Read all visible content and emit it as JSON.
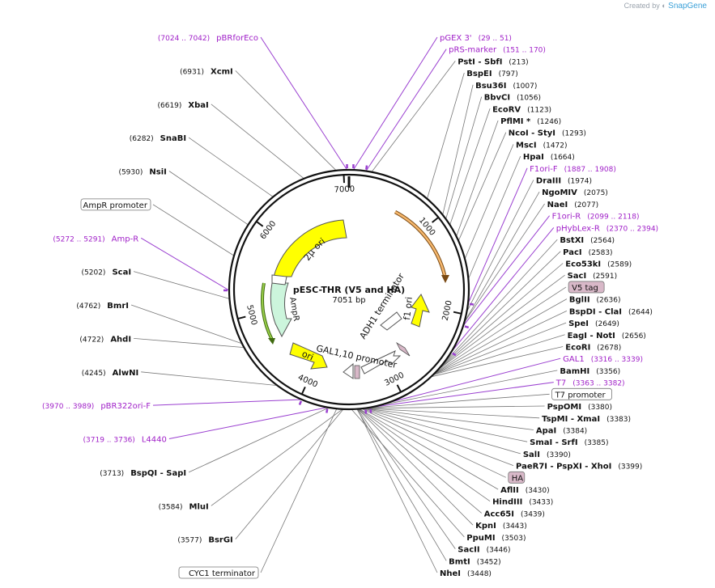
{
  "credit": {
    "prefix": "Created by",
    "brand": "SnapGene"
  },
  "plasmid": {
    "name": "pESC-THR (V5 and HA)",
    "length_label": "7051 bp",
    "length": 7051
  },
  "colors": {
    "feature_label": "#a020c8",
    "marker_line": "#9a3fd0",
    "enzyme_label": "#000000",
    "backbone": "#111111",
    "ori": "#ffff00",
    "ampr": "#ccf5dc",
    "amp_promoter": "#ffffff",
    "gal_promoter": "#ffffff",
    "orf_arrow": "#f6b86e",
    "green_arrow": "#6c9b1f",
    "tag": "#d8b8c8"
  },
  "ticks": [
    {
      "pos": 1000,
      "label": "1000"
    },
    {
      "pos": 2000,
      "label": "2000"
    },
    {
      "pos": 3000,
      "label": "3000"
    },
    {
      "pos": 4000,
      "label": "4000"
    },
    {
      "pos": 5000,
      "label": "5000"
    },
    {
      "pos": 6000,
      "label": "6000"
    },
    {
      "pos": 7000,
      "label": "7000"
    }
  ],
  "inner_features": [
    {
      "name": "2μ ori",
      "label": "2μ ori"
    },
    {
      "name": "AmpR",
      "label": "AmpR"
    },
    {
      "name": "ori",
      "label": "ori"
    },
    {
      "name": "GAL1,10 promoter",
      "label": "GAL1,10 promoter"
    },
    {
      "name": "ADH1 terminator",
      "label": "ADH1 terminator"
    },
    {
      "name": "f1 ori",
      "label": "f1 ori"
    }
  ],
  "labels": [
    {
      "kind": "feat",
      "name": "pBRforEco",
      "range": "(7024 .. 7042)",
      "pos": 7033
    },
    {
      "kind": "feat",
      "name": "pGEX 3'",
      "range": "(29 .. 51)",
      "pos": 40
    },
    {
      "kind": "feat",
      "name": "pRS-marker",
      "range": "(151 .. 170)",
      "pos": 160
    },
    {
      "kind": "enz",
      "name": "XcmI",
      "site": "(6931)",
      "pos": 6931
    },
    {
      "kind": "enz",
      "name": "XbaI",
      "site": "(6619)",
      "pos": 6619
    },
    {
      "kind": "enz",
      "name": "PstI  - SbfI",
      "site": "(213)",
      "pos": 213
    },
    {
      "kind": "enz",
      "name": "SnaBI",
      "site": "(6282)",
      "pos": 6282
    },
    {
      "kind": "enz",
      "name": "BspEI",
      "site": "(797)",
      "pos": 797
    },
    {
      "kind": "enz",
      "name": "Bsu36I",
      "site": "(1007)",
      "pos": 1007
    },
    {
      "kind": "enz",
      "name": "BbvCI",
      "site": "(1056)",
      "pos": 1056
    },
    {
      "kind": "enz",
      "name": "EcoRV",
      "site": "(1123)",
      "pos": 1123
    },
    {
      "kind": "enz",
      "name": "PflMI *",
      "site": "(1246)",
      "pos": 1246
    },
    {
      "kind": "enz",
      "name": "NcoI  - StyI",
      "site": "(1293)",
      "pos": 1293
    },
    {
      "kind": "enz",
      "name": "NsiI",
      "site": "(5930)",
      "pos": 5930
    },
    {
      "kind": "enz",
      "name": "MscI",
      "site": "(1472)",
      "pos": 1472
    },
    {
      "kind": "enz",
      "name": "HpaI",
      "site": "(1664)",
      "pos": 1664
    },
    {
      "kind": "feat",
      "name": "F1ori-F",
      "range": "(1887 .. 1908)",
      "pos": 1897
    },
    {
      "kind": "enz",
      "name": "DraIII",
      "site": "(1974)",
      "pos": 1974
    },
    {
      "kind": "enz",
      "name": "NgoMIV",
      "site": "(2075)",
      "pos": 2075
    },
    {
      "kind": "enz",
      "name": "NaeI",
      "site": "(2077)",
      "pos": 2077
    },
    {
      "kind": "box",
      "name": "AmpR promoter",
      "pos": 5610
    },
    {
      "kind": "feat",
      "name": "F1ori-R",
      "range": "(2099 .. 2118)",
      "pos": 2108
    },
    {
      "kind": "feat",
      "name": "pHybLex-R",
      "range": "(2370 .. 2394)",
      "pos": 2382
    },
    {
      "kind": "enz",
      "name": "BstXI",
      "site": "(2564)",
      "pos": 2564
    },
    {
      "kind": "enz",
      "name": "PacI",
      "site": "(2583)",
      "pos": 2583
    },
    {
      "kind": "feat",
      "name": "Amp-R",
      "range": "(5272 .. 5291)",
      "pos": 5281,
      "left": true
    },
    {
      "kind": "enz",
      "name": "Eco53kI",
      "site": "(2589)",
      "pos": 2589
    },
    {
      "kind": "enz",
      "name": "ScaI",
      "site": "(5202)",
      "pos": 5202
    },
    {
      "kind": "enz",
      "name": "SacI",
      "site": "(2591)",
      "pos": 2591
    },
    {
      "kind": "tag",
      "name": "V5 tag",
      "pos": 2620
    },
    {
      "kind": "enz",
      "name": "BglII",
      "site": "(2636)",
      "pos": 2636
    },
    {
      "kind": "enz",
      "name": "BspDI  - ClaI",
      "site": "(2644)",
      "pos": 2644
    },
    {
      "kind": "enz",
      "name": "SpeI",
      "site": "(2649)",
      "pos": 2649
    },
    {
      "kind": "enz",
      "name": "EagI  - NotI",
      "site": "(2656)",
      "pos": 2656
    },
    {
      "kind": "enz",
      "name": "EcoRI",
      "site": "(2678)",
      "pos": 2678
    },
    {
      "kind": "feat",
      "name": "GAL1",
      "range": "(3316 .. 3339)",
      "pos": 3327
    },
    {
      "kind": "enz",
      "name": "BamHI",
      "site": "(3356)",
      "pos": 3356
    },
    {
      "kind": "enz",
      "name": "BmrI",
      "site": "(4762)",
      "pos": 4762
    },
    {
      "kind": "enz",
      "name": "AhdI",
      "site": "(4722)",
      "pos": 4722
    },
    {
      "kind": "feat",
      "name": "T7",
      "range": "(3363 .. 3382)",
      "pos": 3372
    },
    {
      "kind": "box",
      "name": "T7 promoter",
      "pos": 3375
    },
    {
      "kind": "enz",
      "name": "PspOMI",
      "site": "(3380)",
      "pos": 3380
    },
    {
      "kind": "enz",
      "name": "TspMI  - XmaI",
      "site": "(3383)",
      "pos": 3383
    },
    {
      "kind": "enz",
      "name": "AlwNI",
      "site": "(4245)",
      "pos": 4245
    },
    {
      "kind": "enz",
      "name": "ApaI",
      "site": "(3384)",
      "pos": 3384
    },
    {
      "kind": "enz",
      "name": "SmaI  - SrfI",
      "site": "(3385)",
      "pos": 3385
    },
    {
      "kind": "feat",
      "name": "pBR322ori-F",
      "range": "(3970 .. 3989)",
      "pos": 3980,
      "left": true
    },
    {
      "kind": "enz",
      "name": "SalI",
      "site": "(3390)",
      "pos": 3390
    },
    {
      "kind": "enz",
      "name": "PaeR7I  - PspXI  - XhoI",
      "site": "(3399)",
      "pos": 3399
    },
    {
      "kind": "feat",
      "name": "L4440",
      "range": "(3719 .. 3736)",
      "pos": 3727,
      "left": true
    },
    {
      "kind": "enz",
      "name": "BspQI  - SapI",
      "site": "(3713)",
      "pos": 3713
    },
    {
      "kind": "tag",
      "name": "HA",
      "pos": 3410
    },
    {
      "kind": "enz",
      "name": "AflII",
      "site": "(3430)",
      "pos": 3430
    },
    {
      "kind": "enz",
      "name": "MluI",
      "site": "(3584)",
      "pos": 3584
    },
    {
      "kind": "enz",
      "name": "HindIII",
      "site": "(3433)",
      "pos": 3433
    },
    {
      "kind": "enz",
      "name": "BsrGI",
      "site": "(3577)",
      "pos": 3577
    },
    {
      "kind": "enz",
      "name": "Acc65I",
      "site": "(3439)",
      "pos": 3439
    },
    {
      "kind": "box",
      "name": "CYC1 terminator",
      "pos": 3640
    },
    {
      "kind": "enz",
      "name": "KpnI",
      "site": "(3443)",
      "pos": 3443
    },
    {
      "kind": "enz",
      "name": "PpuMI",
      "site": "(3503)",
      "pos": 3503
    },
    {
      "kind": "enz",
      "name": "SacII",
      "site": "(3446)",
      "pos": 3446
    },
    {
      "kind": "enz",
      "name": "BmtI",
      "site": "(3452)",
      "pos": 3452
    },
    {
      "kind": "enz",
      "name": "NheI",
      "site": "(3448)",
      "pos": 3448
    }
  ]
}
